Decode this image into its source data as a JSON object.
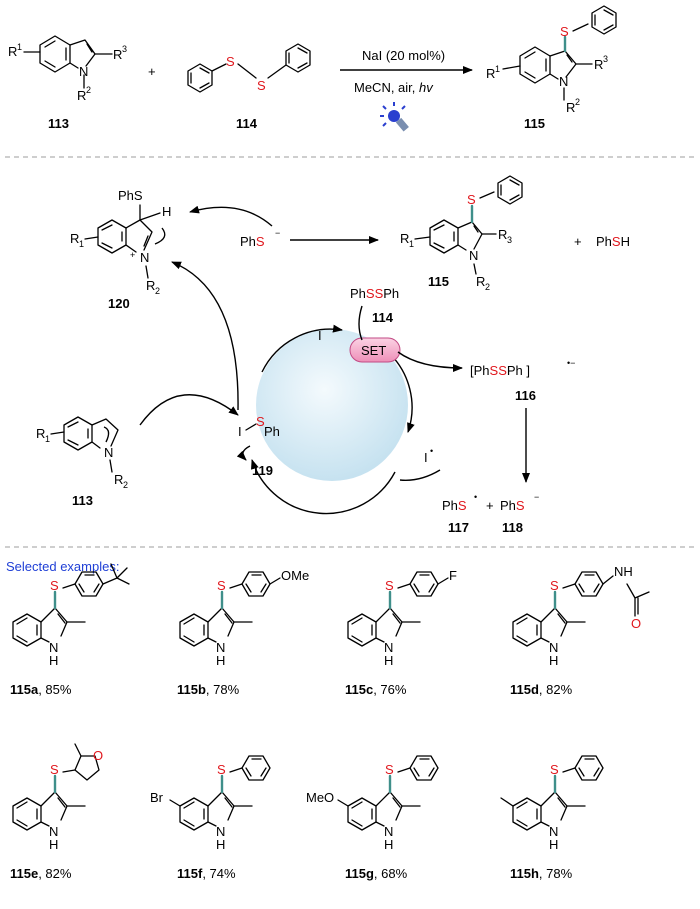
{
  "top_scheme": {
    "reagent_above": "NaI (20 mol%)",
    "reagent_below_prefix": "MeCN, air, ",
    "reagent_below_hv": "hv",
    "label_113": "113",
    "label_114": "114",
    "label_115": "115",
    "plus": "+",
    "r1": "R",
    "r1_sup": "1",
    "r2": "R",
    "r2_sup": "2",
    "r3": "R",
    "r3_sup": "3",
    "n": "N",
    "s": "S"
  },
  "mechanism": {
    "label_120": "120",
    "label_115": "115",
    "label_114": "114",
    "label_116": "116",
    "label_117": "117",
    "label_118": "118",
    "label_119": "119",
    "label_113": "113",
    "phs": "PhS",
    "phs_anion_ph": "Ph",
    "phs_anion_s": "S",
    "minus": "−",
    "plus": "+",
    "phssph_ph1": "Ph",
    "phssph_ss": "SS",
    "phssph_ph2": "Ph",
    "set_label": "SET",
    "radical_anion_ph1": "Ph",
    "radical_anion_ss": "SS",
    "radical_anion_ph2": "Ph",
    "radical_anion_charge": "•−",
    "iodide": "I",
    "iodine_radical": "I",
    "radical_dot": "•",
    "isph_i": "I",
    "isph_s": "S",
    "isph_ph": "Ph",
    "phsh_ph": "Ph",
    "phsh_s": "S",
    "phsh_h": "H",
    "phs_rad_ph": "Ph",
    "phs_rad_s": "S",
    "phs_an_ph": "Ph",
    "phs_an_s": "S",
    "h": "H",
    "n": "N",
    "r1": "R",
    "r1_sub": "1",
    "r2": "R",
    "r2_sub": "2",
    "r3": "R",
    "r3_sub": "3"
  },
  "examples": {
    "heading": "Selected examples:",
    "nh": "NH",
    "h": "H",
    "n": "N",
    "s": "S",
    "o": "O",
    "ome": "OMe",
    "f": "F",
    "br": "Br",
    "meo": "MeO",
    "items": [
      {
        "id": "115a",
        "yield": ", 85%"
      },
      {
        "id": "115b",
        "yield": ", 78%"
      },
      {
        "id": "115c",
        "yield": ", 76%"
      },
      {
        "id": "115d",
        "yield": ", 82%"
      },
      {
        "id": "115e",
        "yield": ", 82%"
      },
      {
        "id": "115f",
        "yield": ", 74%"
      },
      {
        "id": "115g",
        "yield": ", 68%"
      },
      {
        "id": "115h",
        "yield": ", 78%"
      }
    ]
  },
  "colors": {
    "heteroatom_red": "#e0171d",
    "heading_blue": "#1f3fd6",
    "cs_bond_teal": "#3f8f8a",
    "catalyst_circle": "#d6ebf5",
    "set_badge": "#f4a6c8"
  }
}
